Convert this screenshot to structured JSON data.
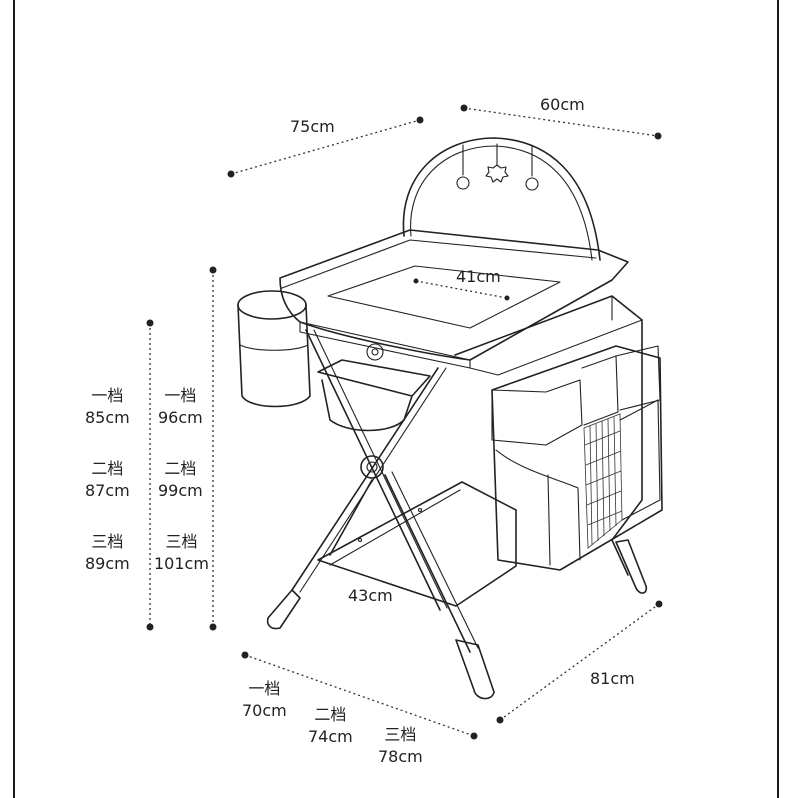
{
  "dimensions": {
    "width_back": "75cm",
    "depth": "60cm",
    "inner_width": "41cm",
    "base_inner": "43cm",
    "base_depth": "81cm"
  },
  "height_levels_left": [
    {
      "level": "一档",
      "value": "85cm"
    },
    {
      "level": "二档",
      "value": "87cm"
    },
    {
      "level": "三档",
      "value": "89cm"
    }
  ],
  "height_levels_right": [
    {
      "level": "一档",
      "value": "96cm"
    },
    {
      "level": "二档",
      "value": "99cm"
    },
    {
      "level": "三档",
      "value": "101cm"
    }
  ],
  "bottom_levels": [
    {
      "level": "一档",
      "value": "70cm"
    },
    {
      "level": "二档",
      "value": "74cm"
    },
    {
      "level": "三档",
      "value": "78cm"
    }
  ]
}
